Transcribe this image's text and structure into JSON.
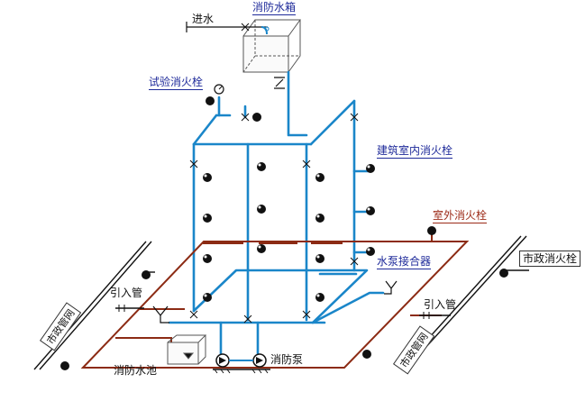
{
  "labels": {
    "inlet_water": "进水",
    "fire_tank": "消防水箱",
    "test_hydrant": "试验消火栓",
    "indoor_hydrant": "建筑室内消火栓",
    "outdoor_hydrant": "室外消火栓",
    "pump_adapter": "水泵接合器",
    "municipal_hydrant": "市政消火栓",
    "inlet_pipe_left": "引入管",
    "inlet_pipe_right": "引入管",
    "municipal_net_left": "市政管网",
    "municipal_net_right": "市政管网",
    "fire_pool": "消防水池",
    "fire_pump": "消防泵"
  },
  "colors": {
    "blue_pipe": "#1a86c9",
    "red_pipe": "#8c2b14",
    "label_blue": "#1e2a9a",
    "label_red": "#9c2a17"
  }
}
